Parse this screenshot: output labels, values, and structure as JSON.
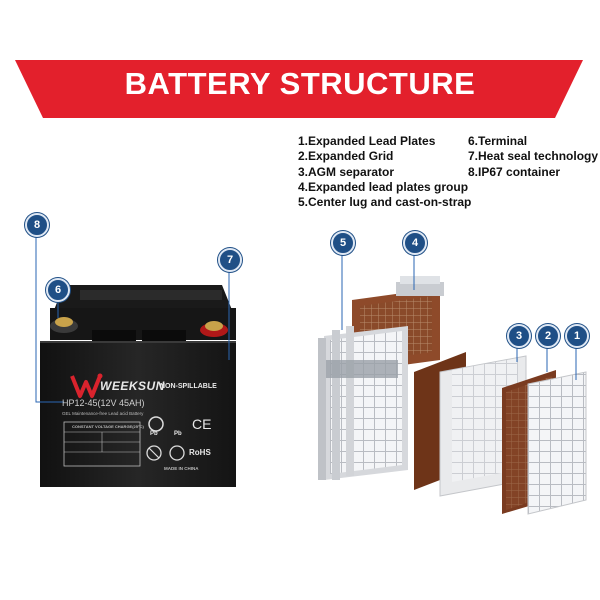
{
  "header": {
    "title": "BATTERY STRUCTURE"
  },
  "legend": {
    "items": [
      "1.Expanded Lead Plates",
      "2.Expanded Grid",
      "3.AGM separator",
      "4.Expanded lead plates group",
      "5.Center lug and cast-on-strap",
      "6.Terminal",
      "7.Heat seal technology",
      "8.IP67 container"
    ]
  },
  "battery": {
    "brand": "WEEKSUN",
    "model": "HP12-45(12V 45AH)",
    "type_label": "GEL Maintenance-free Lead acid Battery",
    "non_spillable": "NON-SPILLABLE",
    "charge_title": "CONSTANT VOLTAGE CHARGE(25°C)",
    "ce_mark": "CE",
    "pb_mark": "Pb",
    "rohs_mark": "RoHS",
    "made_in": "MADE IN CHINA"
  },
  "markers": [
    "1",
    "2",
    "3",
    "4",
    "5",
    "6",
    "7",
    "8"
  ],
  "colors": {
    "banner_red": "#e3202c",
    "marker_blue": "#1f4f86",
    "battery_body": "#1c1c1c",
    "plate_brown": "#7a3b20",
    "grid_gray": "#c9ccd1",
    "logo_red": "#d9232d"
  }
}
